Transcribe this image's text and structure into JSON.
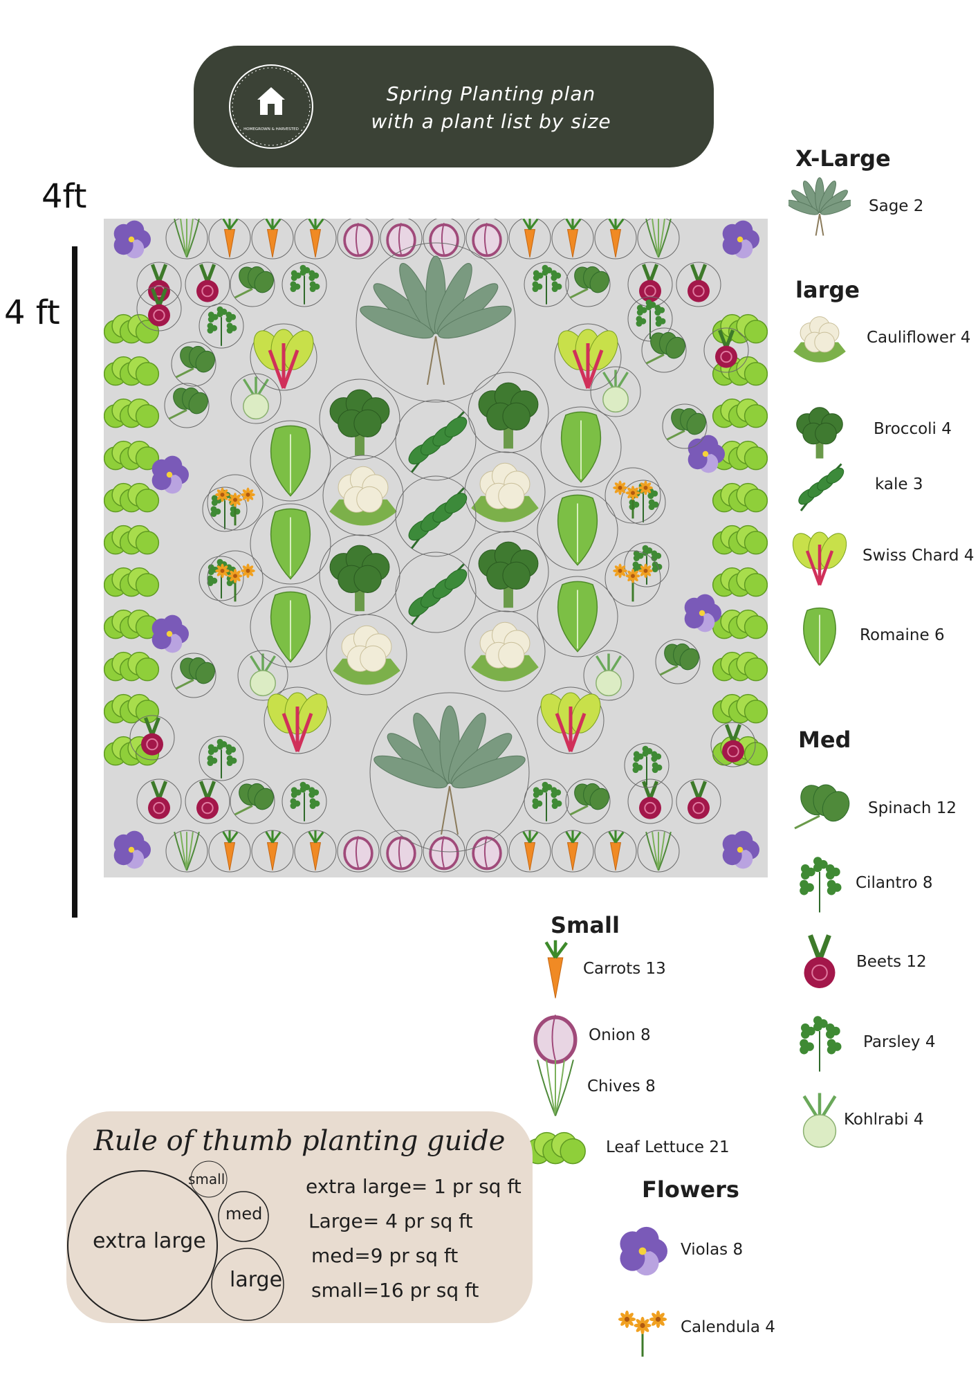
{
  "banner": {
    "title_line1": "Spring Planting plan",
    "title_line2": "with a plant list by size",
    "logo_text": "HOMEGROWN & HARVESTED"
  },
  "dimensions": {
    "top": "4ft",
    "left": "4 ft"
  },
  "plant_list": [
    {
      "category": "X-Large",
      "items": [
        {
          "name": "Sage 2",
          "icon": "sage-icon"
        }
      ]
    },
    {
      "category": "large",
      "items": [
        {
          "name": "Cauliflower 4",
          "icon": "cauliflower-icon"
        },
        {
          "name": "Broccoli 4",
          "icon": "broccoli-icon"
        },
        {
          "name": "kale 3",
          "icon": "kale-icon"
        },
        {
          "name": "Swiss Chard 4",
          "icon": "swiss-chard-icon"
        },
        {
          "name": "Romaine 6",
          "icon": "romaine-icon"
        }
      ]
    },
    {
      "category": "Med",
      "items": [
        {
          "name": "Spinach 12",
          "icon": "spinach-icon"
        },
        {
          "name": "Cilantro 8",
          "icon": "cilantro-icon"
        },
        {
          "name": "Beets 12",
          "icon": "beet-icon"
        },
        {
          "name": "Parsley 4",
          "icon": "parsley-icon"
        },
        {
          "name": "Kohlrabi 4",
          "icon": "kohlrabi-icon"
        }
      ]
    },
    {
      "category": "Small",
      "items": [
        {
          "name": "Carrots 13",
          "icon": "carrot-icon"
        },
        {
          "name": "Onion 8",
          "icon": "onion-icon"
        },
        {
          "name": "Chives 8",
          "icon": "chives-icon"
        },
        {
          "name": "Leaf Lettuce 21",
          "icon": "lettuce-icon"
        }
      ]
    },
    {
      "category": "Flowers",
      "items": [
        {
          "name": "Violas 8",
          "icon": "viola-icon"
        },
        {
          "name": "Calendula 4",
          "icon": "calendula-icon"
        }
      ]
    }
  ],
  "guide": {
    "title": "Rule of thumb planting guide",
    "circles": {
      "xl": "extra large",
      "large": "large",
      "med": "med",
      "small": "small"
    },
    "rules": [
      "extra large= 1 pr sq ft",
      "Large= 4 pr sq ft",
      "med=9 pr sq ft",
      "small=16 pr sq ft"
    ]
  },
  "colors": {
    "banner": "#3b4236",
    "bed": "#d9d9d9",
    "guide_bg": "#e8dcd0",
    "lettuce": "#8fcf3a",
    "carrot": "#f08a24",
    "beet": "#a3174a",
    "onion": "#a04a7a",
    "viola": "#7a5ab8",
    "calendula": "#f0a020",
    "brassica": "#3f7a30",
    "romaine": "#7cbf45",
    "cauliflower": "#f1ecd8",
    "sage": "#7a9a80",
    "chard": "#c8e04a"
  }
}
